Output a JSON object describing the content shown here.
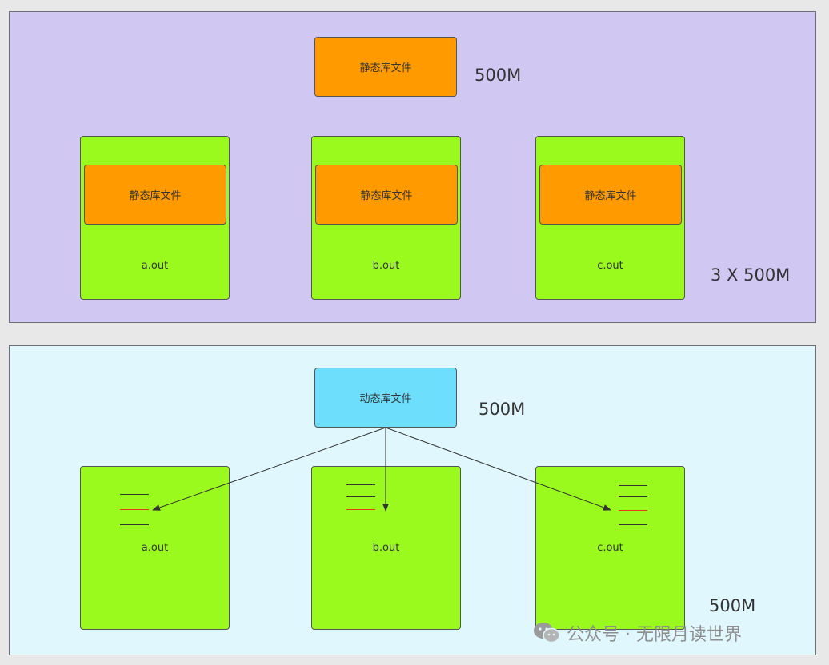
{
  "static_section": {
    "library_label": "静态库文件",
    "library_size": "500M",
    "total_size": "3 X 500M",
    "programs": [
      {
        "name": "a.out",
        "embedded_label": "静态库文件"
      },
      {
        "name": "b.out",
        "embedded_label": "静态库文件"
      },
      {
        "name": "c.out",
        "embedded_label": "静态库文件"
      }
    ]
  },
  "dynamic_section": {
    "library_label": "动态库文件",
    "library_size": "500M",
    "total_size": "500M",
    "programs": [
      {
        "name": "a.out"
      },
      {
        "name": "b.out"
      },
      {
        "name": "c.out"
      }
    ]
  },
  "watermark": {
    "text": "公众号 · 无限月读世界",
    "icon": "wechat-icon"
  },
  "colors": {
    "static_panel": "#d0c8f2",
    "dynamic_panel": "#e0f7fe",
    "library_box": "#ff9b00",
    "dynamic_library_box": "#6ddffd",
    "program_box": "#9afa1e",
    "highlight_line": "#e53b1b"
  }
}
